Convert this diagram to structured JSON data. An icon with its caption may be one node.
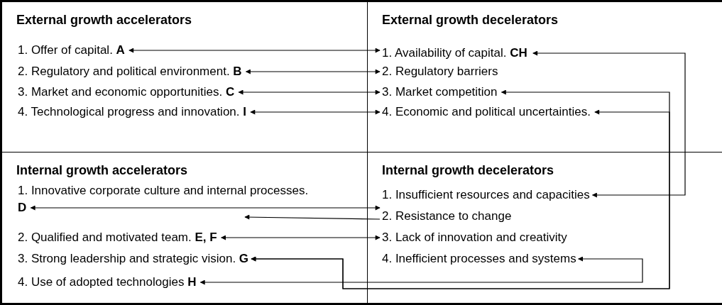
{
  "diagram": {
    "nodes": [
      {
        "text": [
          "External growth accelerators"
        ]
      },
      {
        "text": [
          "1. Offer of capital. **A**"
        ],
        "in": 0
      },
      {
        "text": [
          "2. Regulatory and political environment. **B**"
        ],
        "in": 0
      },
      {
        "text": [
          "3. Market and economic opportunities. **C**"
        ],
        "in": 0
      },
      {
        "text": [
          "4. Technological progress and innovation. **I**"
        ],
        "in": 0
      },
      {
        "text": [
          "External growth decelerators"
        ]
      },
      {
        "text": [
          "1. Availability of capital. **CH**"
        ],
        "in": 5
      },
      {
        "text": [
          "2. Regulatory barriers"
        ],
        "in": 5
      },
      {
        "text": [
          "3. Market competition"
        ],
        "in": 5
      },
      {
        "text": [
          "4. Economic and political uncertainties."
        ],
        "in": 5
      },
      {
        "text": [
          "Internal growth accelerators"
        ]
      },
      {
        "text": [
          "1. Innovative corporate culture and internal processes. **D**"
        ],
        "in": 10
      },
      {
        "text": [
          "2. Qualified and motivated team. **E, F**"
        ],
        "in": 10
      },
      {
        "text": [
          "3. Strong leadership and strategic vision. **G**"
        ],
        "in": 10
      },
      {
        "text": [
          "4. Use of adopted technologies **H**"
        ],
        "in": 10
      },
      {
        "text": [
          "Internal growth decelerators"
        ]
      },
      {
        "text": [
          "1. Insufficient resources and capacities"
        ],
        "in": 15
      },
      {
        "text": [
          "2. Resistance to change"
        ],
        "in": 15
      },
      {
        "text": [
          "3. Lack of innovation and creativity"
        ],
        "in": 15
      },
      {
        "text": [
          "4. Inefficient processes and systems"
        ],
        "in": 15
      }
    ],
    "edges": [
      {
        "from": 1,
        "to": 6,
        "arrow": "both"
      },
      {
        "from": 2,
        "to": 7,
        "arrow": "both"
      },
      {
        "from": 3,
        "to": 8,
        "arrow": "both"
      },
      {
        "from": 4,
        "to": 9,
        "arrow": "both"
      },
      {
        "from": 6,
        "to": 16,
        "arrow": "both"
      },
      {
        "from": 11,
        "to": 17,
        "arrow": "both"
      },
      {
        "from": 17,
        "to": 11,
        "arrow": "to"
      },
      {
        "from": 12,
        "to": 18,
        "arrow": "both"
      },
      {
        "from": 13,
        "to": 8,
        "arrow": "both"
      },
      {
        "from": 13,
        "to": 9,
        "arrow": "both"
      },
      {
        "from": 14,
        "to": 19,
        "arrow": "both"
      }
    ]
  }
}
